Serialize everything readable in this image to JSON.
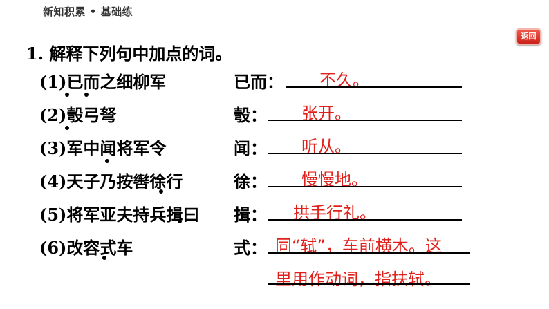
{
  "header": {
    "section_title": "新知积累",
    "separator": "•",
    "section_subtitle": "基础练"
  },
  "back_button": {
    "label": "返回"
  },
  "question": {
    "text": "1. 解释下列句中加点的词。"
  },
  "items": [
    {
      "sentence": "(1)已而之细柳军",
      "term": "已而：",
      "answer": "不久。"
    },
    {
      "sentence": "(2)彀弓弩",
      "term": "彀：",
      "answer": "张开。"
    },
    {
      "sentence": "(3)军中闻将军令",
      "term": "闻：",
      "answer": "听从。"
    },
    {
      "sentence": "(4)天子乃按辔徐行",
      "term": "徐：",
      "answer": "慢慢地。"
    },
    {
      "sentence": "(5)将军亚夫持兵揖曰",
      "term": "揖：",
      "answer": "拱手行礼。"
    },
    {
      "sentence": "(6)改容式车",
      "term": "式：",
      "answer_line1": "同“轼”，车前横木。这",
      "answer_line2": "里用作动词，指扶轼。"
    }
  ],
  "colors": {
    "answer": "#e0201a",
    "back_button": "#d9342a"
  }
}
